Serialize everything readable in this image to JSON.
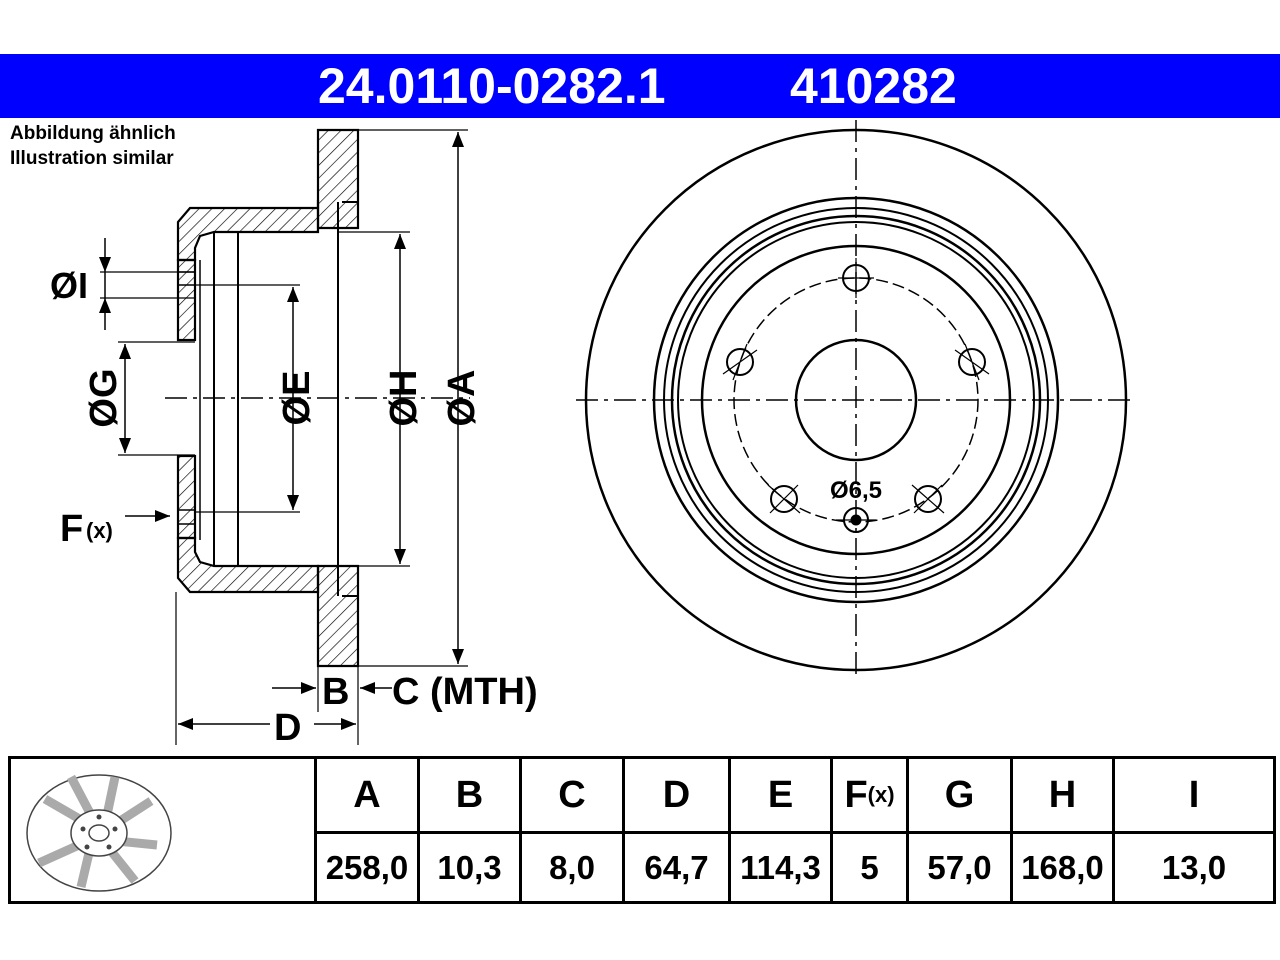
{
  "header": {
    "part_number": "24.0110-0282.1",
    "short_number": "410282",
    "banner_color": "#0000ff"
  },
  "notes": {
    "line1": "Abbildung ähnlich",
    "line2": "Illustration similar"
  },
  "side_view_labels": {
    "dia_i": "ØI",
    "dia_g": "ØG",
    "dia_e": "ØE",
    "dia_h": "ØH",
    "dia_a": "ØA",
    "f": "F",
    "f_sub": "(x)",
    "b": "B",
    "c_mth": "C (MTH)",
    "d": "D"
  },
  "front_view_labels": {
    "hole_dia": "Ø6,5"
  },
  "table": {
    "icon": "brake-disc-thumbnail-icon",
    "columns": [
      {
        "key": "A",
        "label": "A",
        "value": "258,0"
      },
      {
        "key": "B",
        "label": "B",
        "value": "10,3"
      },
      {
        "key": "C",
        "label": "C",
        "value": "8,0"
      },
      {
        "key": "D",
        "label": "D",
        "value": "64,7"
      },
      {
        "key": "E",
        "label": "E",
        "value": "114,3"
      },
      {
        "key": "F",
        "label": "F",
        "label_sub": "(x)",
        "value": "5"
      },
      {
        "key": "G",
        "label": "G",
        "value": "57,0"
      },
      {
        "key": "H",
        "label": "H",
        "value": "168,0"
      },
      {
        "key": "I",
        "label": "I",
        "value": "13,0"
      }
    ]
  }
}
